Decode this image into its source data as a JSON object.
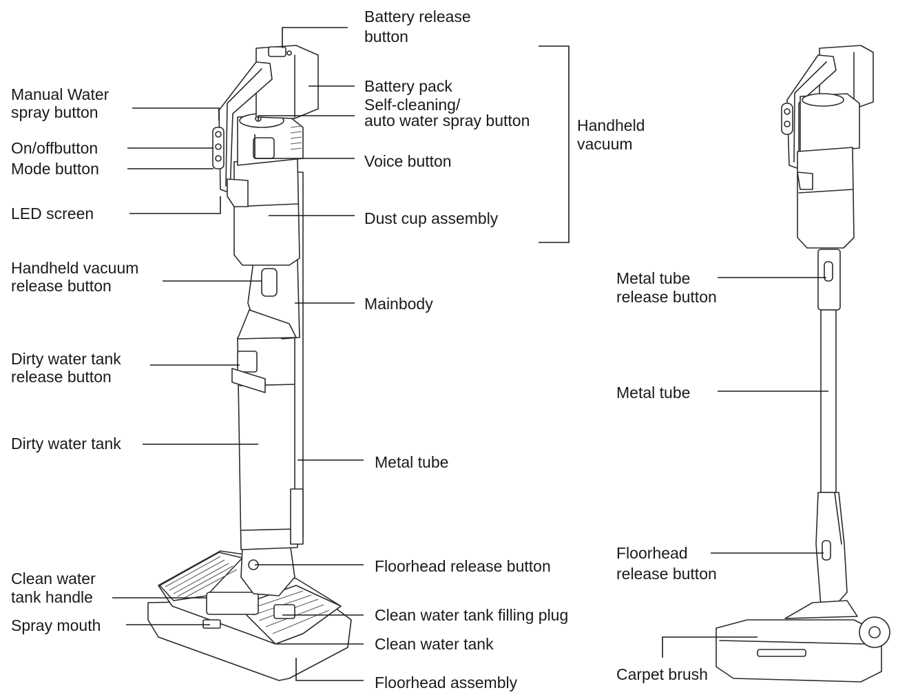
{
  "labels": {
    "battery_release_1": "Battery release",
    "battery_release_2": "button",
    "battery_pack": "Battery pack",
    "self_cleaning_1": "Self-cleaning/",
    "self_cleaning_2": "auto water spray button",
    "voice_button": "Voice button",
    "dust_cup": "Dust cup assembly",
    "handheld_1": "Handheld",
    "handheld_2": "vacuum",
    "manual_water_1": "Manual Water",
    "manual_water_2": "spray button",
    "on_off": "On/offbutton",
    "mode_button": "Mode button",
    "led_screen": "LED screen",
    "handheld_release_1": "Handheld vacuum",
    "handheld_release_2": "release button",
    "mainbody": "Mainbody",
    "dirty_release_1": "Dirty water tank",
    "dirty_release_2": "release button",
    "dirty_tank": "Dirty water tank",
    "metal_tube_left": "Metal tube",
    "floorhead_release_left": "Floorhead release button",
    "clean_handle_1": "Clean water",
    "clean_handle_2": "tank handle",
    "filling_plug": "Clean water tank filling plug",
    "spray_mouth": "Spray mouth",
    "clean_tank": "Clean water tank",
    "floorhead_assembly": "Floorhead assembly",
    "metal_tube_release_1": "Metal tube",
    "metal_tube_release_2": "release button",
    "metal_tube_right": "Metal tube",
    "floorhead_release_r1": "Floorhead",
    "floorhead_release_r2": "release button",
    "carpet_brush": "Carpet brush"
  }
}
